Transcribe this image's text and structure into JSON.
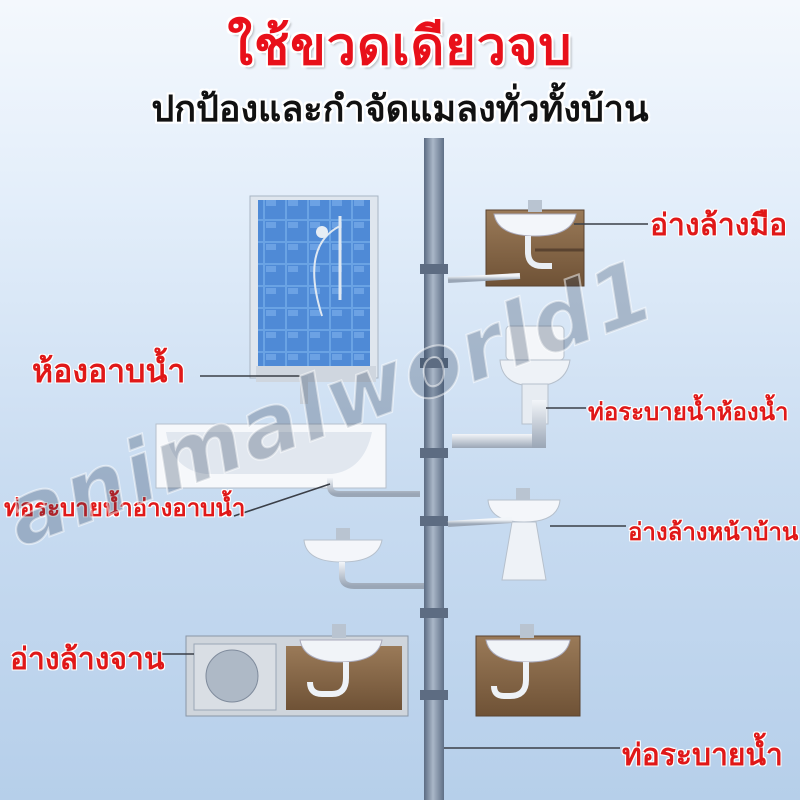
{
  "header": {
    "title": "ใช้ขวดเดียวจบ",
    "subtitle": "ปกป้องและกำจัดแมลงทั่วทั้งบ้าน"
  },
  "labels": {
    "hand_basin": "อ่างล้างมือ",
    "bathroom": "ห้องอาบน้ำ",
    "toilet_drain": "ท่อระบายน้ำห้องน้ำ",
    "tub_drain": "ท่อระบายน้ำอ่างอาบน้ำ",
    "front_basin": "อ่างล้างหน้าบ้าน",
    "dish_sink": "อ่างล้างจาน",
    "main_drain": "ท่อระบายน้ำ"
  },
  "watermark": "animalworld1",
  "colors": {
    "title_red": "#e8101a",
    "label_red": "#e01818",
    "pipe": "#7e8ea6",
    "cabinet": "#8a6a4a",
    "tile_blue": "#5f9be0"
  }
}
